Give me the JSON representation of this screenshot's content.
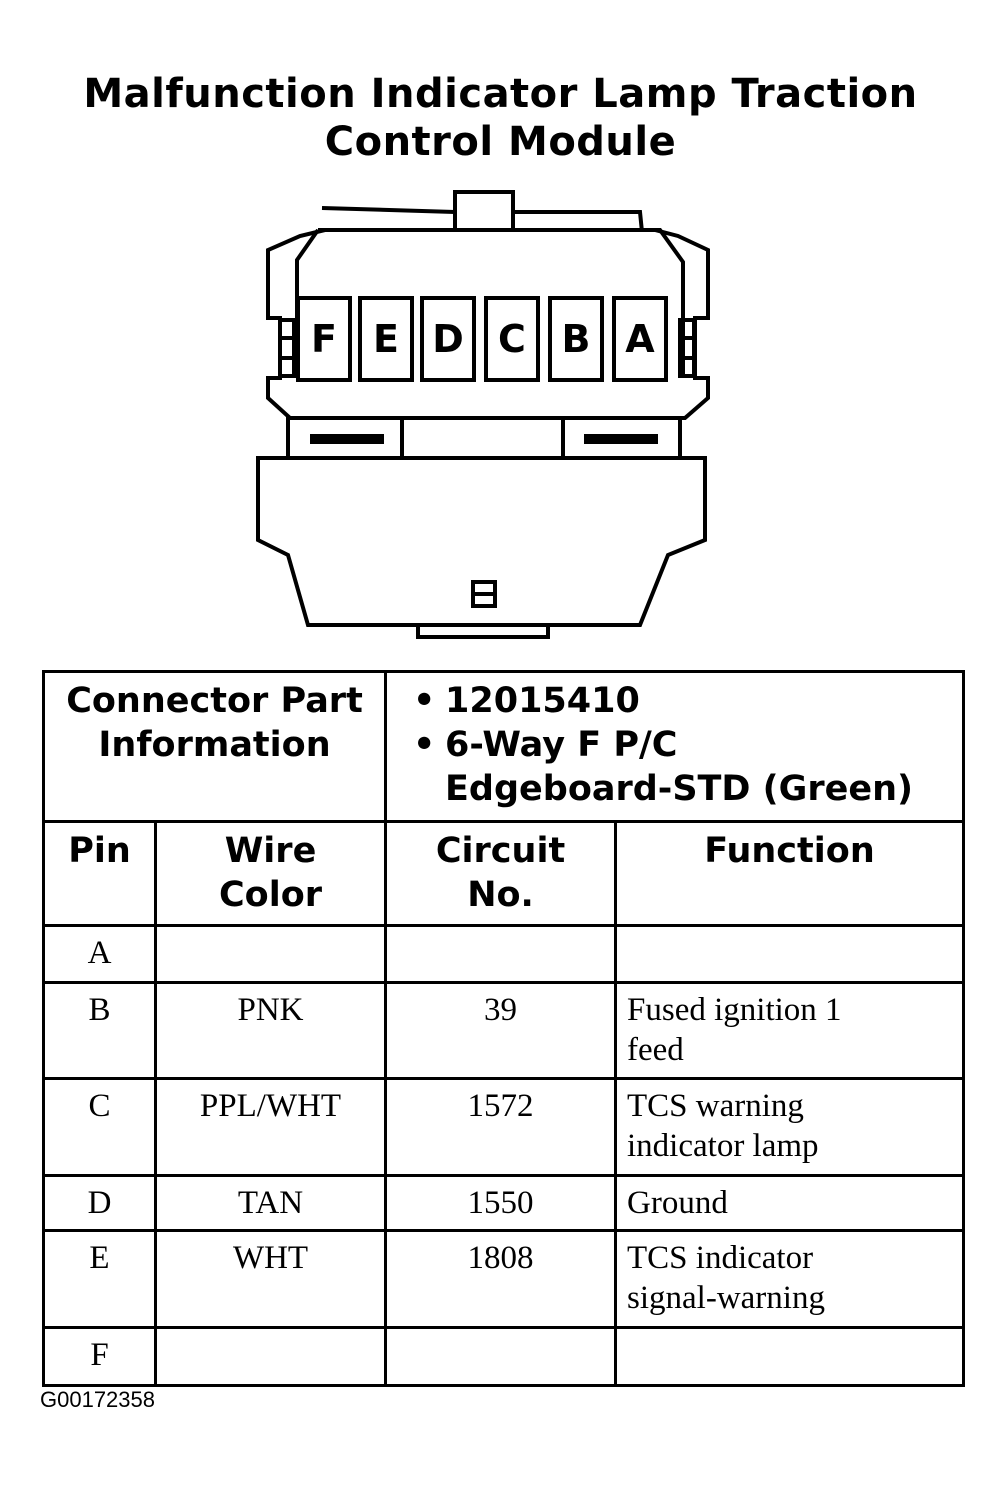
{
  "title": {
    "line1": "Malfunction Indicator Lamp Traction",
    "line2": "Control Module"
  },
  "connector": {
    "pin_labels": [
      "F",
      "E",
      "D",
      "C",
      "B",
      "A"
    ]
  },
  "part_info": {
    "label_line1": "Connector Part",
    "label_line2": "Information",
    "bullet": "•",
    "part_number": "12015410",
    "type_line1": "6-Way F P/C",
    "type_line2": "Edgeboard-STD (Green)"
  },
  "table": {
    "headers": {
      "pin": "Pin",
      "wire_line1": "Wire",
      "wire_line2": "Color",
      "circuit_line1": "Circuit",
      "circuit_line2": "No.",
      "function": "Function"
    },
    "rows": [
      {
        "pin": "A",
        "wire": "",
        "circuit": "",
        "function_line1": "",
        "function_line2": ""
      },
      {
        "pin": "B",
        "wire": "PNK",
        "circuit": "39",
        "function_line1": "Fused ignition 1",
        "function_line2": "feed"
      },
      {
        "pin": "C",
        "wire": "PPL/WHT",
        "circuit": "1572",
        "function_line1": "TCS warning",
        "function_line2": "indicator lamp"
      },
      {
        "pin": "D",
        "wire": "TAN",
        "circuit": "1550",
        "function_line1": "Ground",
        "function_line2": ""
      },
      {
        "pin": "E",
        "wire": "WHT",
        "circuit": "1808",
        "function_line1": "TCS indicator",
        "function_line2": "signal-warning"
      },
      {
        "pin": "F",
        "wire": "",
        "circuit": "",
        "function_line1": "",
        "function_line2": ""
      }
    ]
  },
  "figure_id": "G00172358"
}
